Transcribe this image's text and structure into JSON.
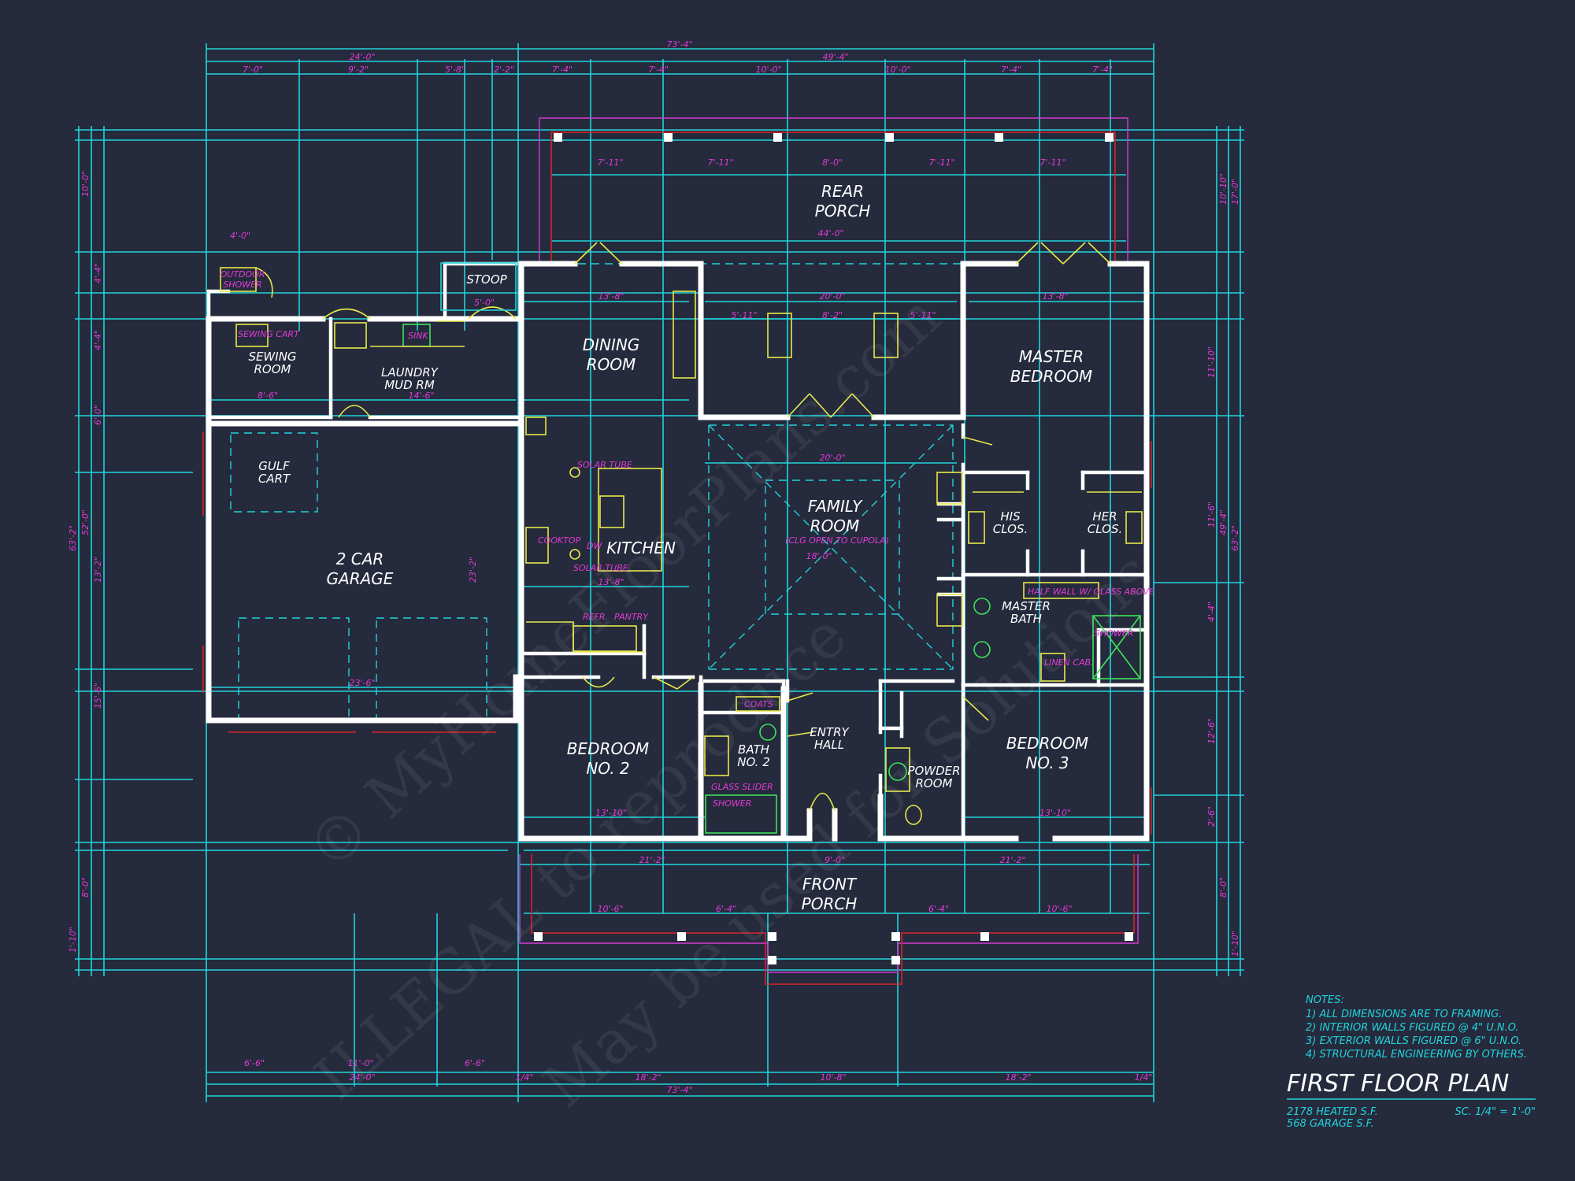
{
  "rooms": {
    "rear_porch": [
      "REAR",
      "PORCH"
    ],
    "stoop": "STOOP",
    "outdoor_shower": [
      "OUTDOOR",
      "SHOWER"
    ],
    "sewing_room": [
      "SEWING",
      "ROOM"
    ],
    "laundry": [
      "LAUNDRY",
      "MUD RM"
    ],
    "dining_room": [
      "DINING",
      "ROOM"
    ],
    "master_bedroom": [
      "MASTER",
      "BEDROOM"
    ],
    "golf_cart": [
      "GULF",
      "CART"
    ],
    "garage": [
      "2 CAR",
      "GARAGE"
    ],
    "kitchen": "KITCHEN",
    "family_room": [
      "FAMILY",
      "ROOM"
    ],
    "family_room_note": "(CLG OPEN TO CUPOLA)",
    "his_closet": [
      "HIS",
      "CLOS."
    ],
    "her_closet": [
      "HER",
      "CLOS."
    ],
    "master_bath": [
      "MASTER",
      "BATH"
    ],
    "bedroom_2": [
      "BEDROOM",
      "NO. 2"
    ],
    "bath_2": [
      "BATH",
      "NO. 2"
    ],
    "entry_hall": [
      "ENTRY",
      "HALL"
    ],
    "powder_room": [
      "POWDER",
      "ROOM"
    ],
    "bedroom_3": [
      "BEDROOM",
      "NO. 3"
    ],
    "front_porch": [
      "FRONT",
      "PORCH"
    ]
  },
  "fixtures": {
    "sewing_cart": "SEWING CART",
    "sink": "SINK",
    "solar_tube_1": "SOLAR TUBE",
    "solar_tube_2": "SOLAR TUBE",
    "cooktop": "COOKTOP",
    "dw": "DW",
    "refr": "REFR.",
    "pantry": "PANTRY",
    "shower": "SHOWER",
    "linen": "LINEN CAB.",
    "glass_slider": "GLASS SLIDER",
    "coats": "COATS",
    "half_wall": "HALF WALL W/ GLASS ABOVE"
  },
  "dims_top_1": "73'-4\"",
  "dims_top_2": [
    "24'-0\"",
    "49'-4\""
  ],
  "dims_top_3": [
    "7'-0\"",
    "9'-2\"",
    "5'-8\"",
    "2'-2\"",
    "7'-4\"",
    "7'-4\"",
    "10'-0\"",
    "10'-0\"",
    "7'-4\"",
    "7'-4\""
  ],
  "dims_bottom_1": [
    "6'-6\"",
    "11'-0\"",
    "6'-6\""
  ],
  "dims_bottom_2": [
    "24'-0\"",
    "1/4\"",
    "18'-2\"",
    "10'-8\"",
    "18'-2\"",
    "1/4\""
  ],
  "dims_bottom_3": "73'-4\"",
  "dims_left": [
    "10'-0\"",
    "4'-4\"",
    "4'-4\"",
    "6'-0\"",
    "13'-2\"",
    "15'-6\"",
    "8'-0\"",
    "1'-10\"",
    "52'-0\"",
    "63'-2\""
  ],
  "dims_right": [
    "10'-10\"",
    "17'-0\"",
    "11'-10\"",
    "11'-6\"",
    "4'-4\"",
    "12'-6\"",
    "2'-6\"",
    "8'-0\"",
    "1'-10\"",
    "49'-4\"",
    "63'-2\""
  ],
  "room_dims": {
    "porch_44": "44'-0\"",
    "dining_w": "13'-8\"",
    "family_top": "20'-0\"",
    "family_w": "20'-0\"",
    "family_h": "18'-0\"",
    "master_w": "13'-8\"",
    "sewing_w": "8'-6\"",
    "laundry_w": "14'-6\"",
    "garage_w": "23'-6\"",
    "garage_h": "23'-2\"",
    "kitchen_w": "13'-8\"",
    "bed2_w": "13'-10\"",
    "bed3_w": "13'-10\"",
    "front_9": "9'-0\"",
    "front_21a": "21'-2\"",
    "front_21b": "21'-2\"",
    "porch_106a": "10'-6\"",
    "porch_106b": "10'-6\"",
    "porch_64a": "6'-4\"",
    "porch_64b": "6'-4\"",
    "stoop_5": "5'-0\"",
    "shower_4": "4'-0\"",
    "rear_711a": "7'-11\"",
    "rear_711b": "7'-11\"",
    "rear_711c": "7'-11\"",
    "rear_711d": "7'-11\"",
    "rear_8": "8'-0\"",
    "pass_511a": "5'-11\"",
    "pass_82": "8'-2\"",
    "pass_511b": "5'-11\""
  },
  "notes_title": "NOTES:",
  "notes": [
    "1)  ALL DIMENSIONS ARE TO FRAMING.",
    "2)  INTERIOR WALLS FIGURED @ 4\" U.N.O.",
    "3)  EXTERIOR WALLS FIGURED @ 6\" U.N.O.",
    "4)  STRUCTURAL ENGINEERING BY OTHERS."
  ],
  "plan_title": "FIRST FLOOR PLAN",
  "heated_sf": "2178 HEATED S.F.",
  "garage_sf": "568 GARAGE S.F.",
  "scale": "SC. 1/4\" = 1'-0\"",
  "watermark": [
    "© MyHomeFloorPlans.com",
    "ILLEGAL to reproduce",
    "May be used for Solutions"
  ]
}
